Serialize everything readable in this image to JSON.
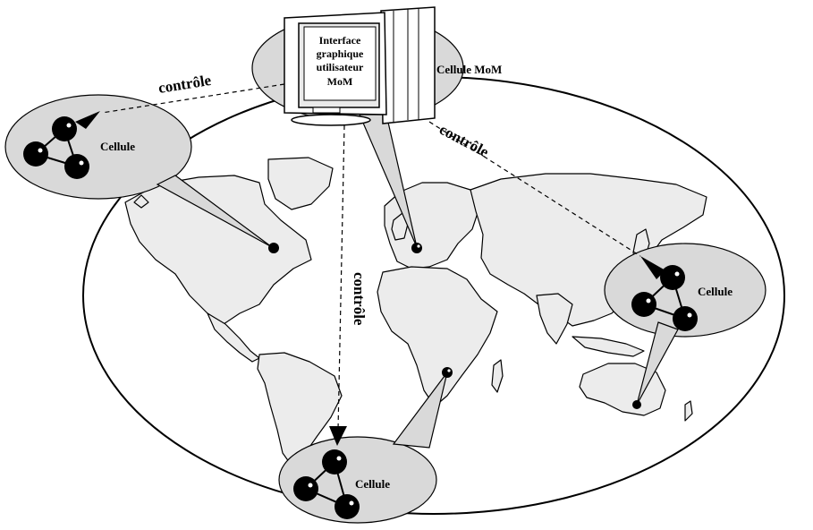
{
  "monitor": {
    "screen_lines": [
      "Interface",
      "graphique",
      "utilisateur",
      "MoM"
    ],
    "side_label": "Cellule MoM"
  },
  "cells": {
    "north_america": {
      "label": "Cellule"
    },
    "australia": {
      "label": "Cellule"
    },
    "south_africa": {
      "label": "Cellule"
    }
  },
  "links": {
    "left": "contrôle",
    "right": "contrôle",
    "vertical": "contrôle"
  },
  "colors": {
    "bubble_fill": "#d9d9d9",
    "land_fill": "#ececec",
    "node_fill": "#000000"
  }
}
